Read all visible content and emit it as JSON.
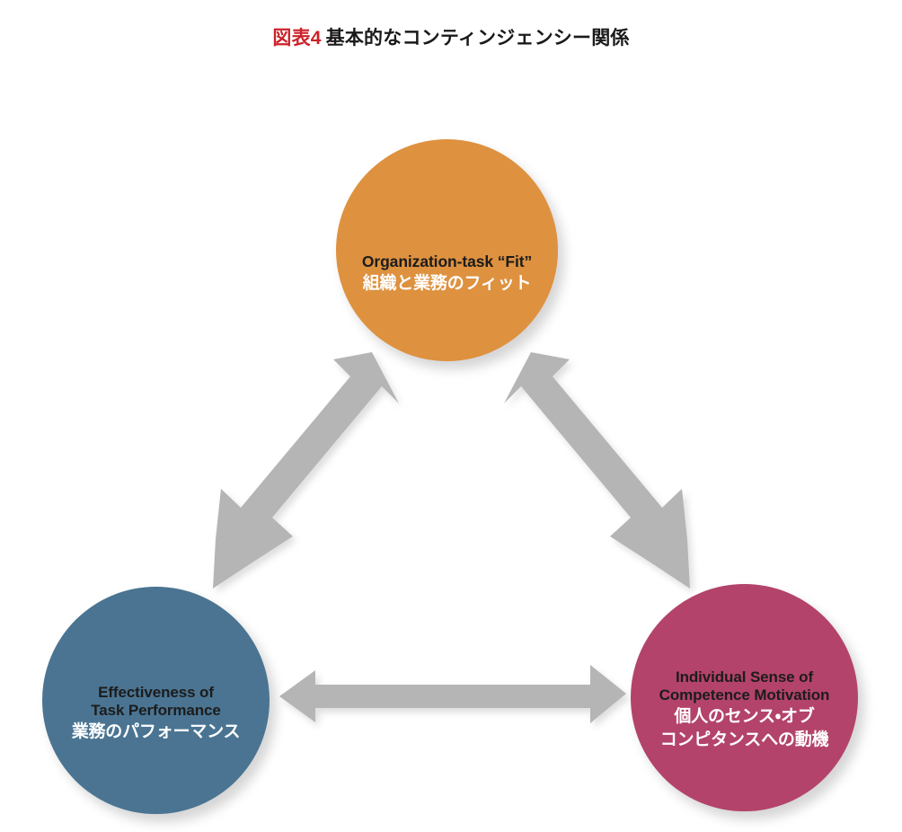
{
  "figure": {
    "number_label": "図表4",
    "title": "基本的なコンティンジェンシー関係",
    "number_color": "#cc2229",
    "title_color": "#1a1a1a",
    "background_color": "#ffffff"
  },
  "nodes": [
    {
      "id": "organization-task-fit",
      "english": "Organization-task “Fit”",
      "japanese": "組織と業務のフィット",
      "color": "#de913f",
      "english_color": "#1c1c1c",
      "japanese_color": "#ffffff",
      "position": "top"
    },
    {
      "id": "effectiveness-of-task-performance",
      "english_line1": "Effectiveness of",
      "english_line2": "Task Performance",
      "japanese": "業務のパフォーマンス",
      "color": "#4a7492",
      "english_color": "#1c1c1c",
      "japanese_color": "#ffffff",
      "position": "bottom-left"
    },
    {
      "id": "individual-sense-of-competence-motivation",
      "english_line1": "Individual Sense of",
      "english_line2": "Competence Motivation",
      "japanese_line1": "個人のセンス・オブ",
      "japanese_line2": "コンピタンスへの動機",
      "color": "#b3436a",
      "english_color": "#1c1c1c",
      "japanese_color": "#ffffff",
      "position": "bottom-right"
    }
  ],
  "connections": [
    {
      "id": "fit-to-effectiveness",
      "from": "organization-task-fit",
      "to": "effectiveness-of-task-performance",
      "style": "double-headed",
      "color": "#b5b5b5"
    },
    {
      "id": "fit-to-competence",
      "from": "organization-task-fit",
      "to": "individual-sense-of-competence-motivation",
      "style": "double-headed",
      "color": "#b5b5b5"
    },
    {
      "id": "effectiveness-to-competence",
      "from": "effectiveness-of-task-performance",
      "to": "individual-sense-of-competence-motivation",
      "style": "double-headed",
      "color": "#b5b5b5"
    }
  ]
}
